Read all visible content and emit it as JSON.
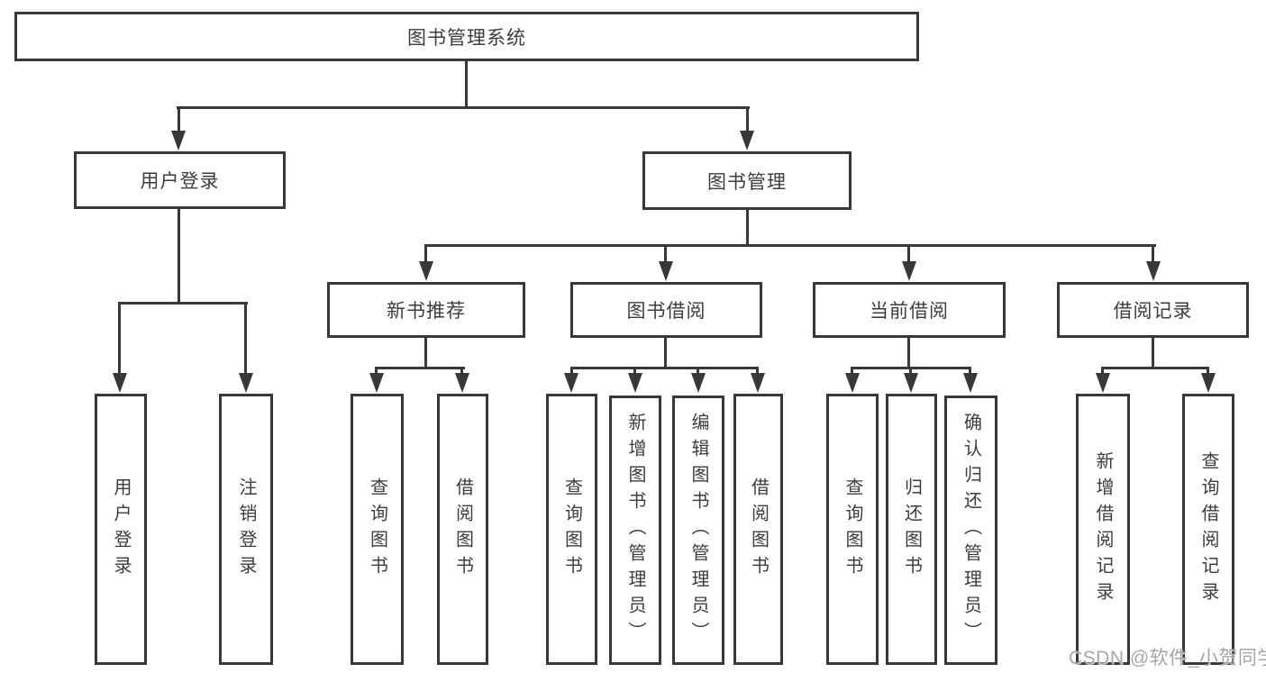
{
  "tree": {
    "root": "图书管理系统",
    "branches": [
      {
        "label": "用户登录",
        "children": [
          "用户登录",
          "注销登录"
        ]
      },
      {
        "label": "图书管理",
        "groups": [
          {
            "label": "新书推荐",
            "children": [
              "查询图书",
              "借阅图书"
            ]
          },
          {
            "label": "图书借阅",
            "children": [
              "查询图书",
              "新增图书（管理员）",
              "编辑图书（管理员）",
              "借阅图书"
            ]
          },
          {
            "label": "当前借阅",
            "children": [
              "查询图书",
              "归还图书",
              "确认归还（管理员）"
            ]
          },
          {
            "label": "借阅记录",
            "children": [
              "新增借阅记录",
              "查询借阅记录"
            ]
          }
        ]
      }
    ]
  },
  "watermark": "CSDN @软件_小贺同学",
  "colors": {
    "line": "#383838",
    "text": "#3d3d3d",
    "watermark": "#a6a6a6"
  }
}
